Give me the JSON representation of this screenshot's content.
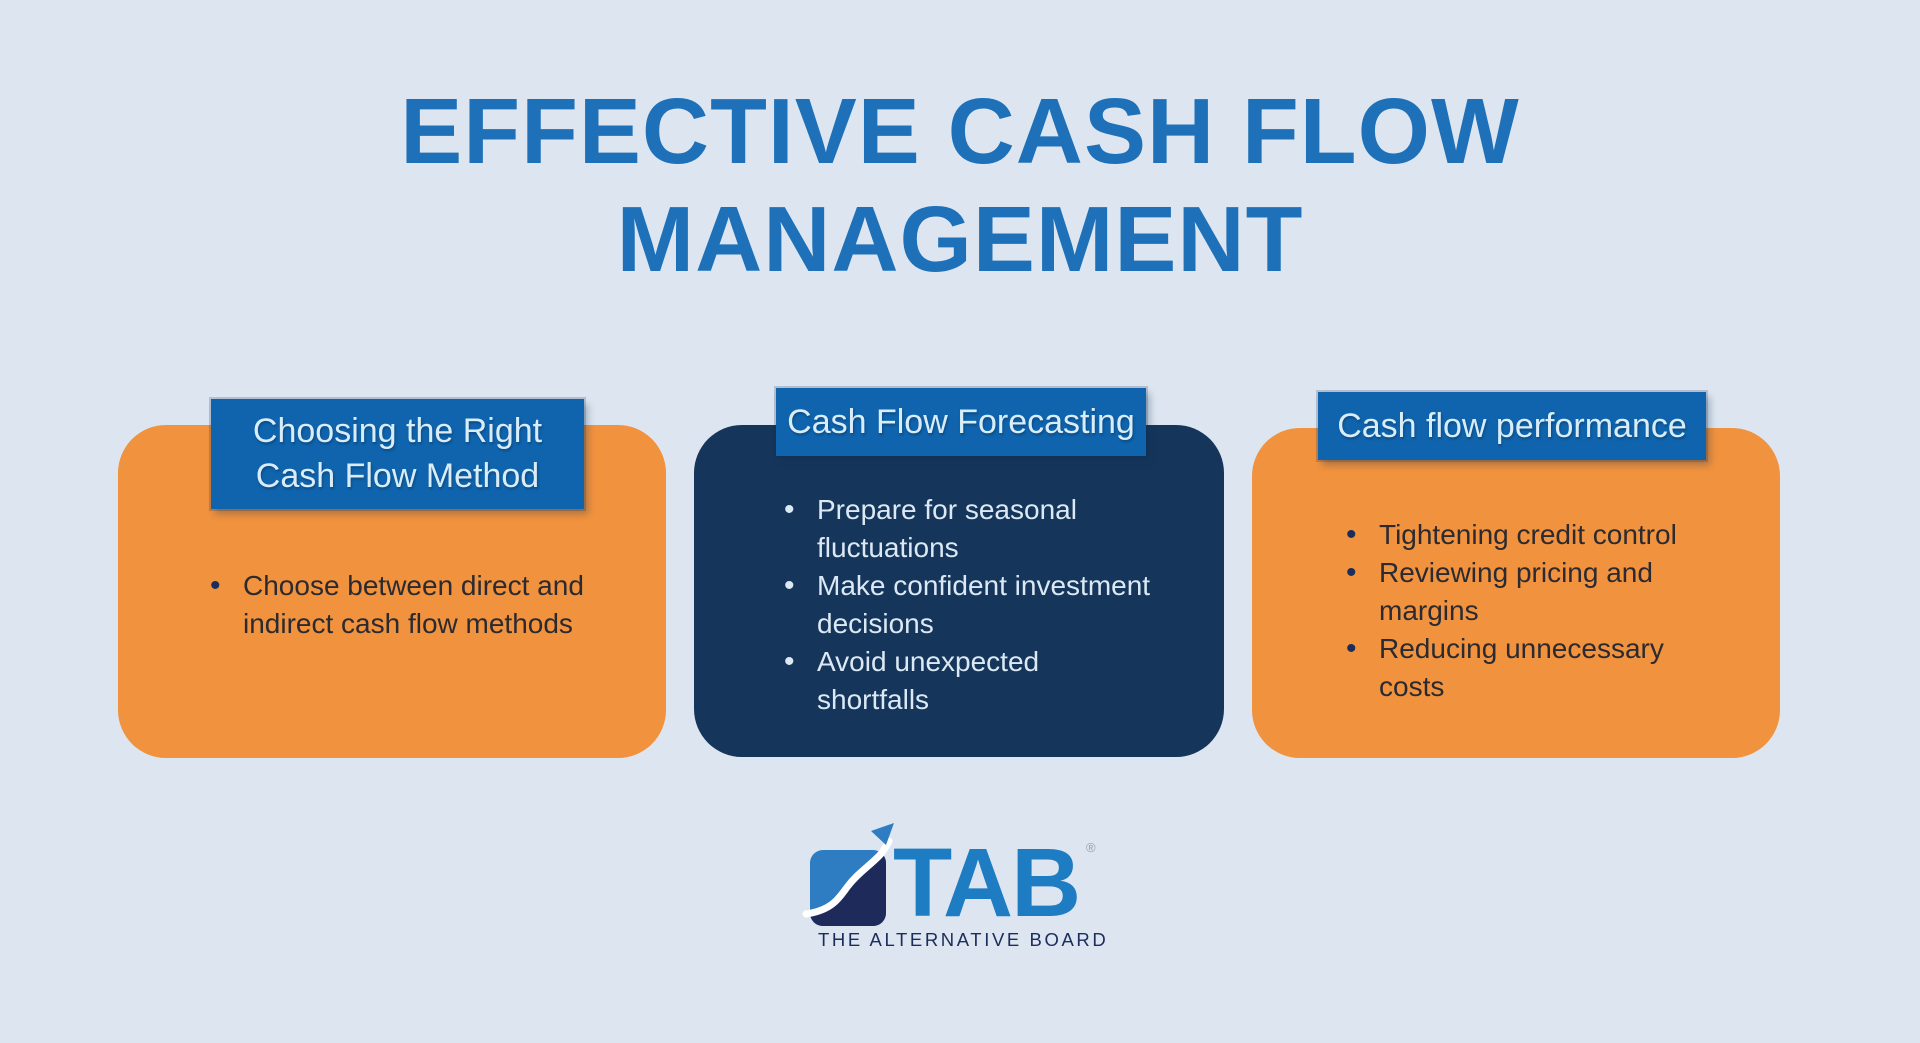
{
  "title": {
    "line1": "EFFECTIVE CASH FLOW",
    "line2": "MANAGEMENT"
  },
  "cards": [
    {
      "id": "choosing-method",
      "variant": "orange",
      "header": {
        "lines": [
          "Choosing the Right",
          "Cash Flow Method"
        ]
      },
      "bullets": [
        "Choose between direct and indirect cash flow methods"
      ]
    },
    {
      "id": "forecasting",
      "variant": "navy",
      "header": {
        "lines": [
          "Cash Flow Forecasting"
        ]
      },
      "bullets": [
        "Prepare for seasonal fluctuations",
        "Make confident investment decisions",
        "Avoid unexpected shortfalls"
      ]
    },
    {
      "id": "performance",
      "variant": "orange",
      "header": {
        "lines": [
          "Cash flow performance"
        ]
      },
      "bullets": [
        "Tightening credit control",
        "Reviewing pricing and margins",
        "Reducing unnecessary costs"
      ]
    }
  ],
  "logo": {
    "wordmark": "TAB",
    "registered": "®",
    "tagline": "THE ALTERNATIVE BOARD"
  },
  "colors": {
    "background": "#dde6f0",
    "title_blue": "#1e71b8",
    "orange": "#f0923e",
    "navy_card": "#15355a",
    "badge_blue": "#0f64ad",
    "badge_text": "#d9edf8",
    "dark_text": "#2b2a30",
    "light_text": "#dce9f5",
    "logo_blue": "#1e7cc2",
    "logo_navy": "#1e2a5a"
  }
}
